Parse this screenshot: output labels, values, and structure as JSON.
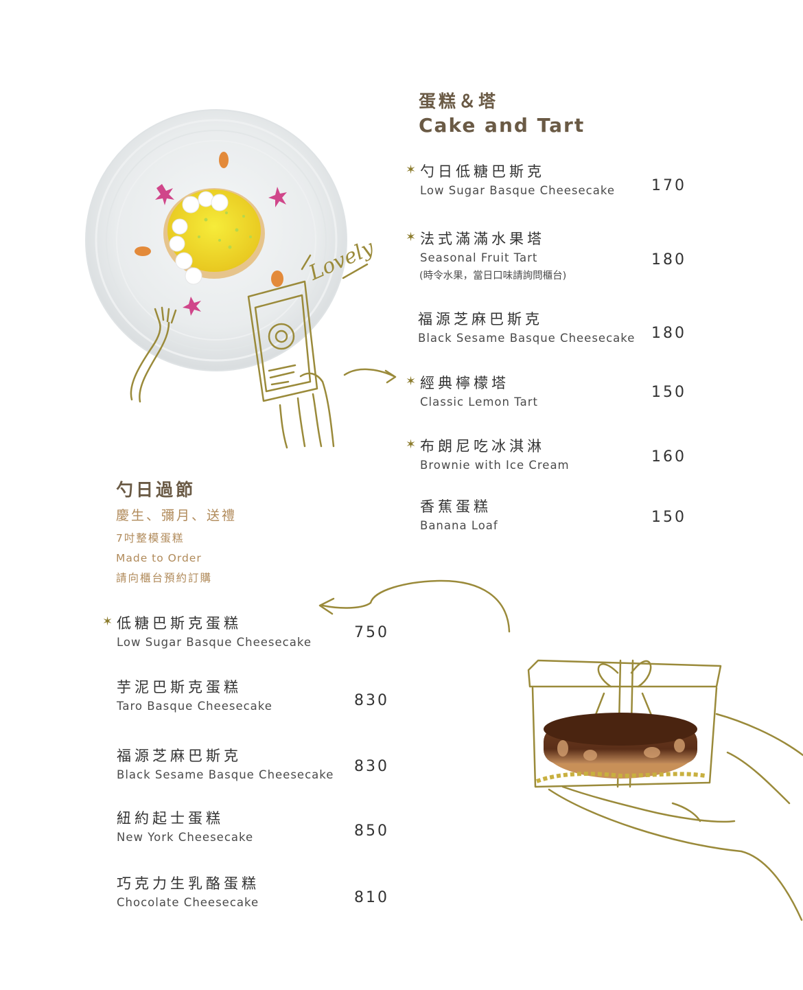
{
  "cake_section": {
    "title_cn": "蛋糕＆塔",
    "title_en": "Cake and Tart",
    "items": [
      {
        "cn": "勺日低糖巴斯克",
        "en": "Low Sugar Basque Cheesecake",
        "price": "170",
        "star": "✶"
      },
      {
        "cn": "法式滿滿水果塔",
        "en": "Seasonal Fruit Tart",
        "note": "(時令水果，當日口味請詢問櫃台)",
        "price": "180",
        "star": "✶"
      },
      {
        "cn": "福源芝麻巴斯克",
        "en": "Black Sesame Basque Cheesecake",
        "price": "180"
      },
      {
        "cn": "經典檸檬塔",
        "en": "Classic Lemon Tart",
        "price": "150",
        "star": "✶"
      },
      {
        "cn": "布朗尼吃冰淇淋",
        "en": "Brownie with Ice Cream",
        "price": "160",
        "star": "✶"
      },
      {
        "cn": "香蕉蛋糕",
        "en": "Banana Loaf",
        "price": "150"
      }
    ]
  },
  "whole_section": {
    "title_cn": "勺日過節",
    "subtitle": "慶生、彌月、送禮",
    "line1": "7吋整模蛋糕",
    "line2": "Made to Order",
    "line3": "請向櫃台預約訂購",
    "items": [
      {
        "cn": "低糖巴斯克蛋糕",
        "en": "Low Sugar Basque Cheesecake",
        "price": "750",
        "star": "✶"
      },
      {
        "cn": "芋泥巴斯克蛋糕",
        "en": "Taro Basque Cheesecake",
        "price": "830"
      },
      {
        "cn": "福源芝麻巴斯克",
        "en": "Black Sesame Basque Cheesecake",
        "price": "830"
      },
      {
        "cn": "紐約起士蛋糕",
        "en": "New York Cheesecake",
        "price": "850"
      },
      {
        "cn": "巧克力生乳酪蛋糕",
        "en": "Chocolate Cheesecake",
        "price": "810"
      }
    ]
  },
  "illustration": {
    "lovely_text": "Lovely"
  },
  "colors": {
    "sketch_gold": "#9a8a3a",
    "title_brown": "#6a5a45",
    "subtitle_tan": "#b08a5a"
  }
}
